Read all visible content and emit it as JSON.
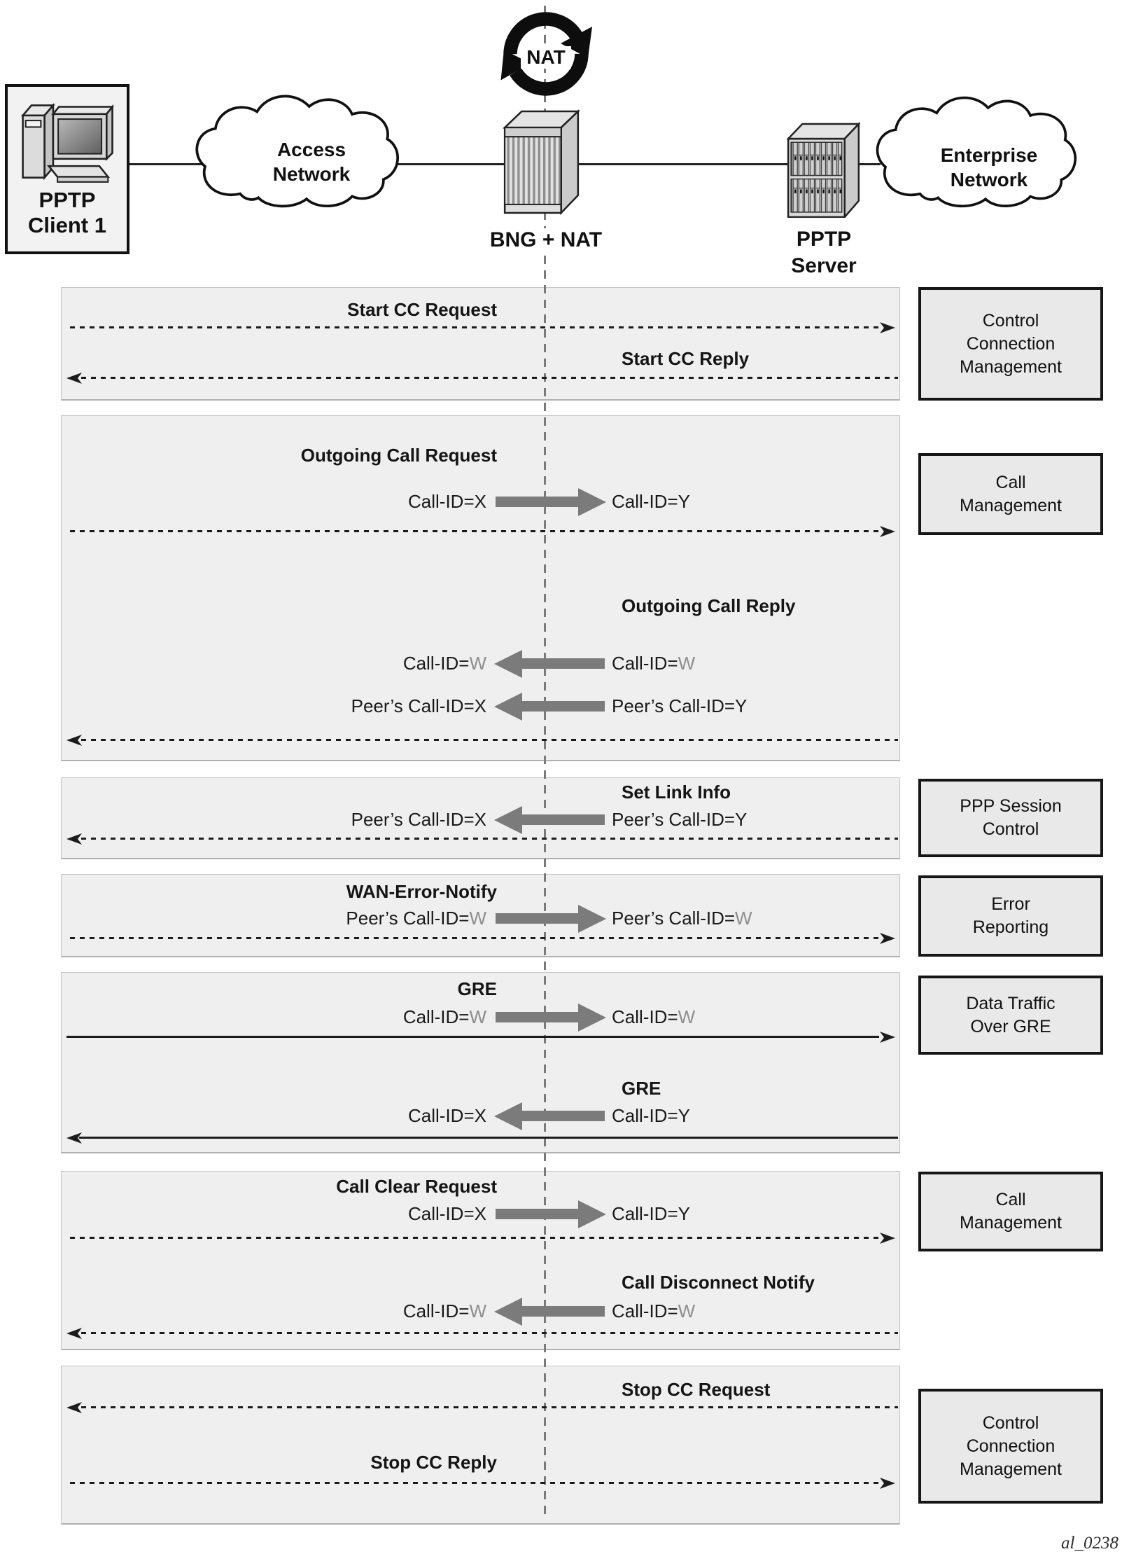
{
  "figure_code": "al_0238",
  "topology": {
    "client_label": "PPTP\nClient 1",
    "access_cloud_label": "Access\nNetwork",
    "nat_label": "NAT",
    "bng_label": "BNG + NAT",
    "server_label": "PPTP\nServer",
    "enterprise_cloud_label": "Enterprise\nNetwork"
  },
  "side_boxes": [
    {
      "label": "Control\nConnection\nManagement"
    },
    {
      "label": "Call\nManagement"
    },
    {
      "label": "PPP Session\nControl"
    },
    {
      "label": "Error\nReporting"
    },
    {
      "label": "Data Traffic\nOver GRE"
    },
    {
      "label": "Call\nManagement"
    },
    {
      "label": "Control\nConnection\nManagement"
    }
  ],
  "messages": [
    {
      "label": "Start CC Request"
    },
    {
      "label": "Start CC Reply"
    },
    {
      "label": "Outgoing Call Request"
    },
    {
      "label": "Outgoing Call Reply"
    },
    {
      "label": "Set Link Info"
    },
    {
      "label": "WAN-Error-Notify"
    },
    {
      "label": "GRE"
    },
    {
      "label": "GRE"
    },
    {
      "label": "Call Clear Request"
    },
    {
      "label": "Call Disconnect Notify"
    },
    {
      "label": "Stop CC Request"
    },
    {
      "label": "Stop CC Reply"
    }
  ],
  "translations": [
    {
      "left_prefix": "Call-ID=",
      "left_id": "X",
      "right_prefix": "Call-ID=",
      "right_id": "Y"
    },
    {
      "left_prefix": "Call-ID=",
      "left_id": "W",
      "right_prefix": "Call-ID=",
      "right_id": "W"
    },
    {
      "left_prefix": "Peer’s Call-ID=",
      "left_id": "X",
      "right_prefix": "Peer’s Call-ID=",
      "right_id": "Y"
    },
    {
      "left_prefix": "Peer’s Call-ID=",
      "left_id": "X",
      "right_prefix": "Peer’s Call-ID=",
      "right_id": "Y"
    },
    {
      "left_prefix": "Peer’s Call-ID=",
      "left_id": "W",
      "right_prefix": "Peer’s Call-ID=",
      "right_id": "W"
    },
    {
      "left_prefix": "Call-ID=",
      "left_id": "W",
      "right_prefix": "Call-ID=",
      "right_id": "W"
    },
    {
      "left_prefix": "Call-ID=",
      "left_id": "X",
      "right_prefix": "Call-ID=",
      "right_id": "Y"
    },
    {
      "left_prefix": "Call-ID=",
      "left_id": "X",
      "right_prefix": "Call-ID=",
      "right_id": "Y"
    },
    {
      "left_prefix": "Call-ID=",
      "left_id": "W",
      "right_prefix": "Call-ID=",
      "right_id": "W"
    }
  ],
  "colors": {
    "panel_fill": "#efefef",
    "side_box_fill": "#e9e9e9",
    "translate_arrow_gray": "#7b7b7b",
    "mapped_id_gray": "#8e8e8e",
    "ink": "#1a1a1a"
  }
}
